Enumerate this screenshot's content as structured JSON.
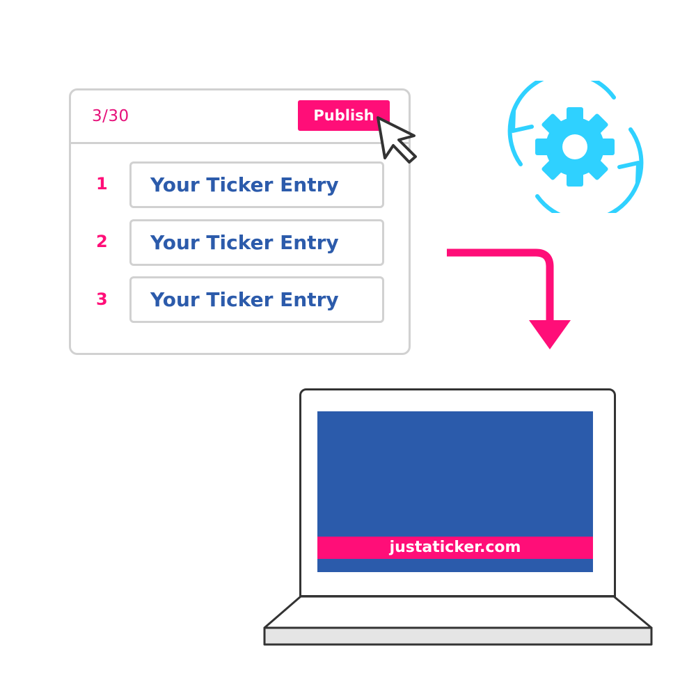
{
  "editor": {
    "counter": "3/30",
    "publish_label": "Publish",
    "entries": [
      {
        "number": "1",
        "text": "Your Ticker Entry"
      },
      {
        "number": "2",
        "text": "Your Ticker Entry"
      },
      {
        "number": "3",
        "text": "Your Ticker Entry"
      }
    ]
  },
  "laptop": {
    "ticker_text": "justaticker.com"
  },
  "icons": {
    "cursor": "cursor-pointer-icon",
    "gear": "gear-icon",
    "cycle": "refresh-cycle-icon",
    "arrow": "arrow-down-right-icon"
  },
  "colors": {
    "accent_pink": "#ff0e78",
    "entry_text_blue": "#2c5bab",
    "gear_cyan": "#2fd1ff",
    "screen_blue": "#2b5bab",
    "border_gray": "#d1d1d1",
    "outline_dark": "#333333"
  }
}
